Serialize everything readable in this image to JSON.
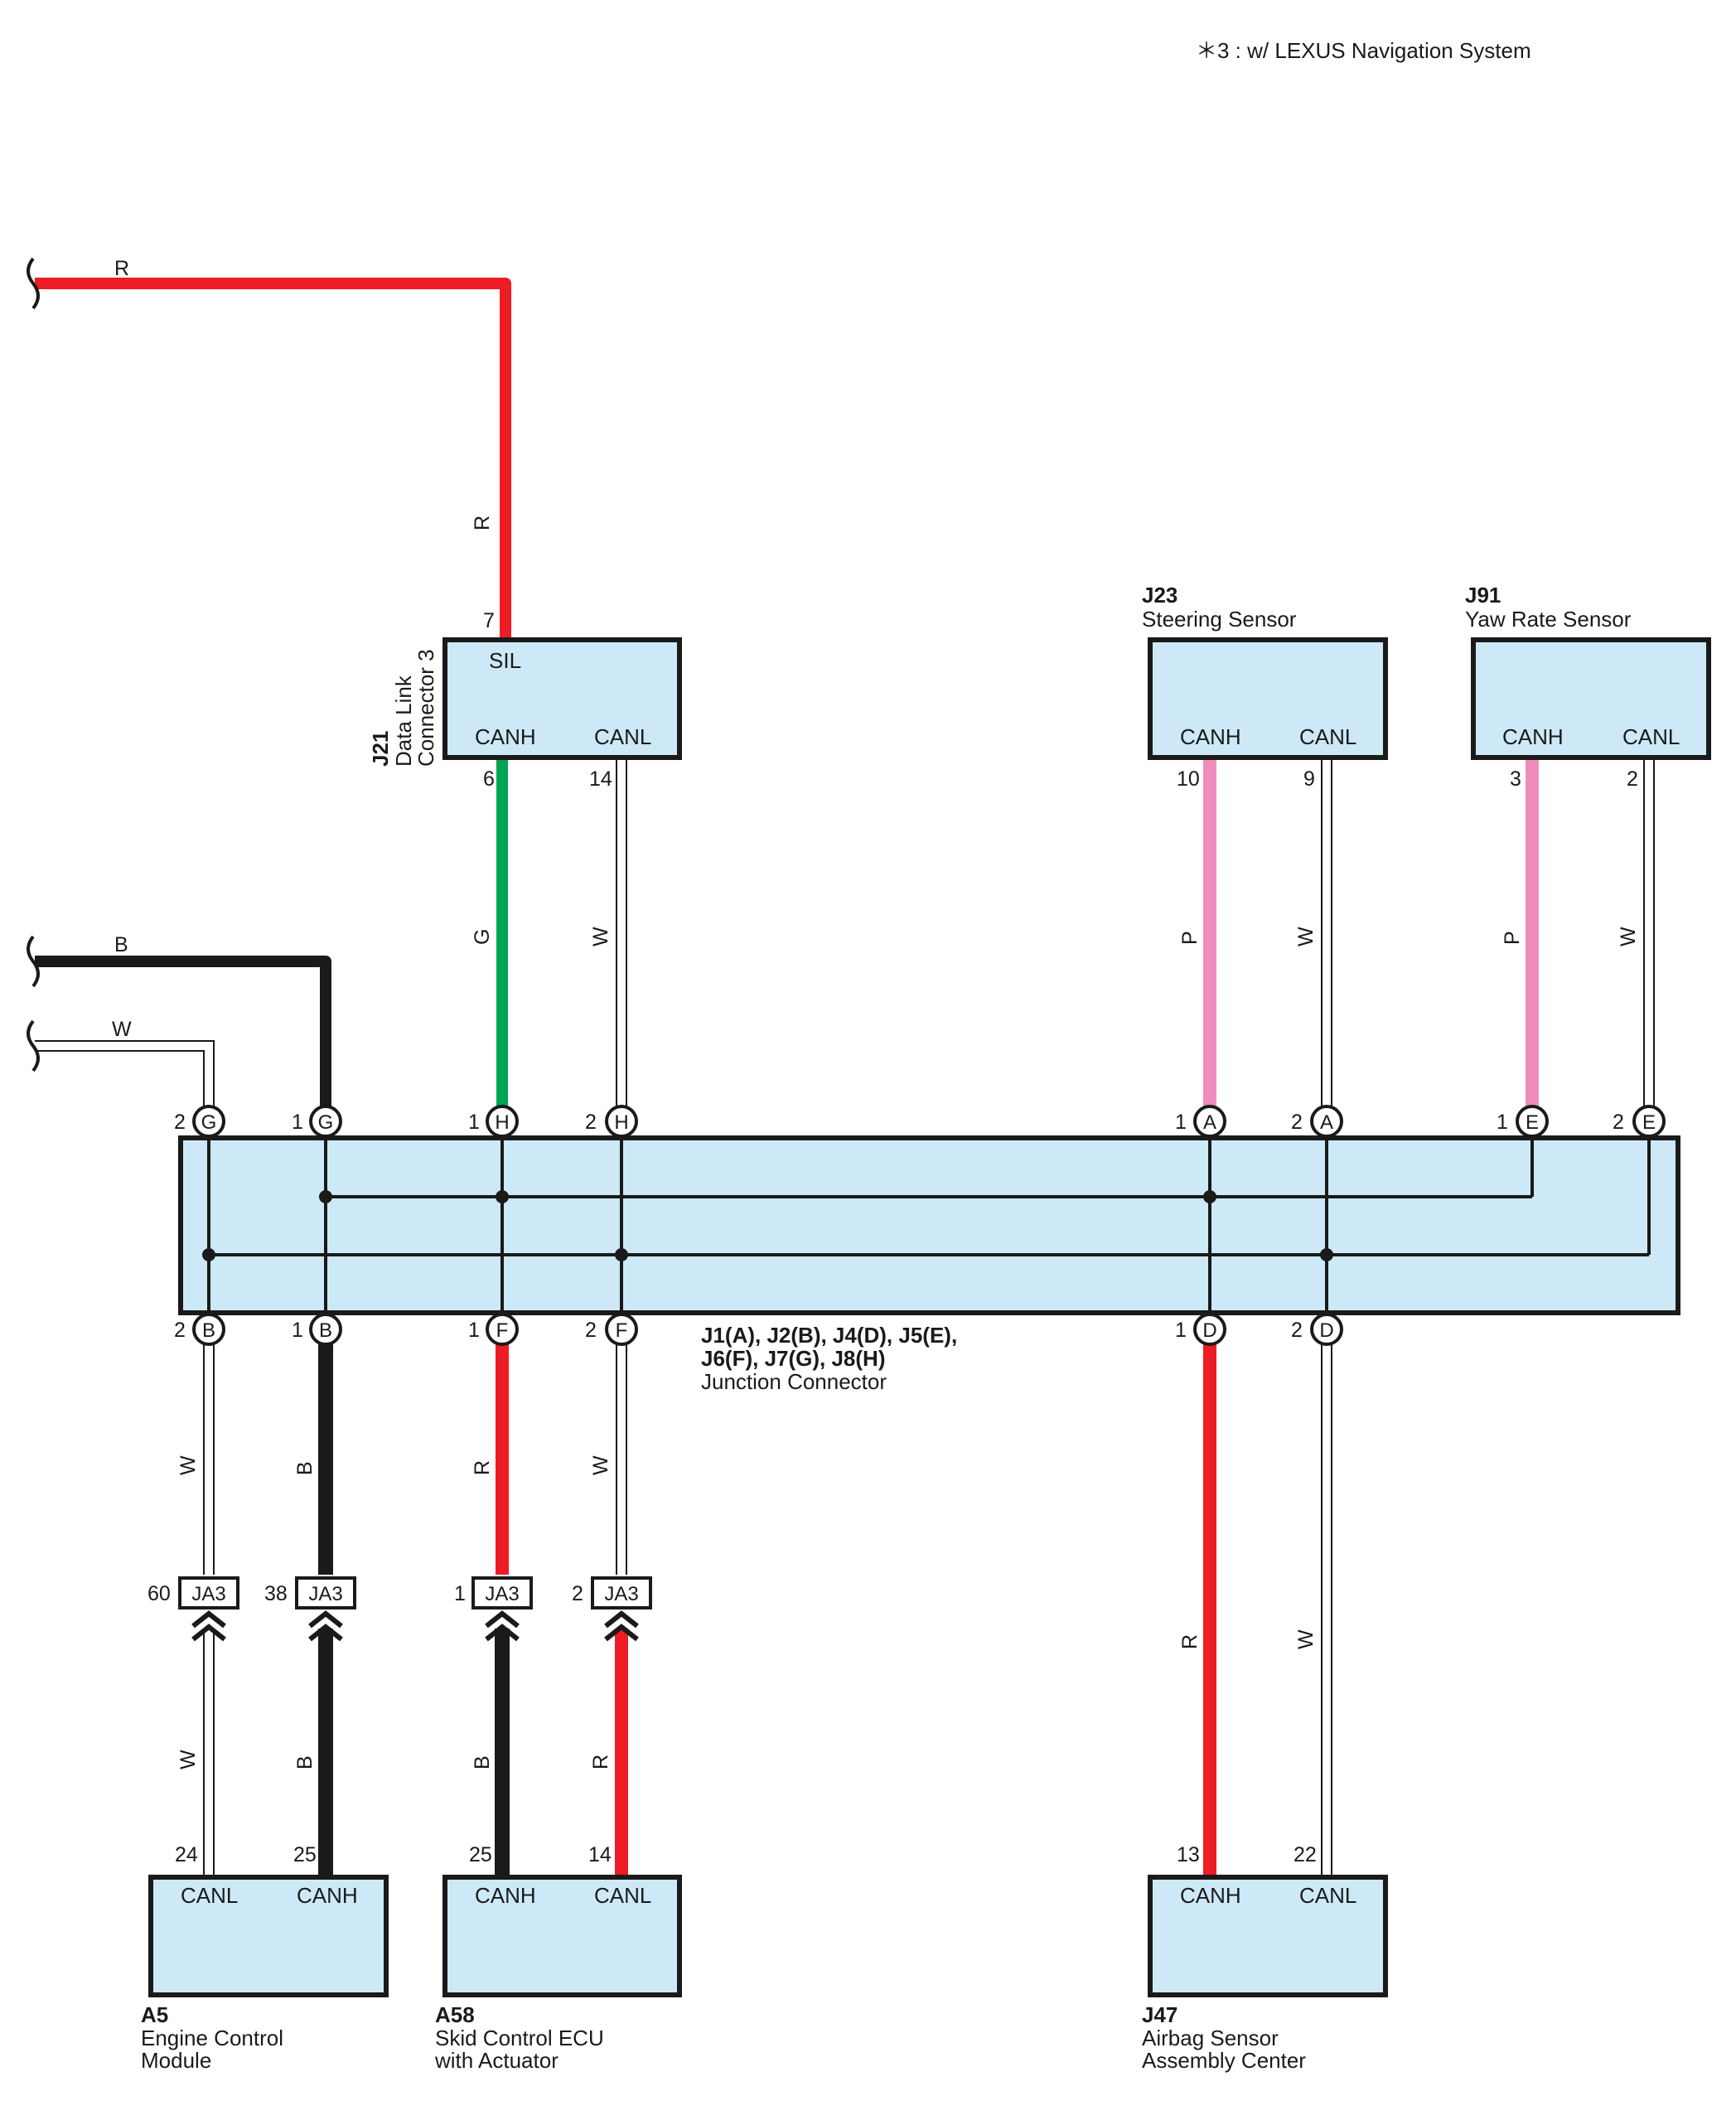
{
  "note": "＊3 : w/ LEXUS Navigation System",
  "components": {
    "j21": {
      "code": "J21",
      "name_line1": "Data Link",
      "name_line2": "Connector 3",
      "pin_sil": "SIL",
      "pin_canh": "CANH",
      "pin_canl": "CANL"
    },
    "j23": {
      "code": "J23",
      "name": "Steering Sensor",
      "pin_canh": "CANH",
      "pin_canl": "CANL"
    },
    "j91": {
      "code": "J91",
      "name": "Yaw Rate Sensor",
      "pin_canh": "CANH",
      "pin_canl": "CANL"
    },
    "junction": {
      "line1": "J1(A), J2(B), J4(D), J5(E),",
      "line2": "J6(F), J7(G), J8(H)",
      "name": "Junction Connector"
    },
    "a5": {
      "code": "A5",
      "name_line1": "Engine Control",
      "name_line2": "Module",
      "pin_canl": "CANL",
      "pin_canh": "CANH"
    },
    "a58": {
      "code": "A58",
      "name_line1": "Skid Control ECU",
      "name_line2": "with Actuator",
      "pin_canh": "CANH",
      "pin_canl": "CANL"
    },
    "j47": {
      "code": "J47",
      "name_line1": "Airbag Sensor",
      "name_line2": "Assembly Center",
      "pin_canh": "CANH",
      "pin_canl": "CANL"
    }
  },
  "pins": {
    "j21_sil": "7",
    "j21_canh": "6",
    "j21_canl": "14",
    "j23_canh": "10",
    "j23_canl": "9",
    "j91_canh": "3",
    "j91_canl": "2",
    "g2": "2",
    "g1": "1",
    "h1": "1",
    "h2": "2",
    "a1": "1",
    "a2": "2",
    "e1": "1",
    "e2": "2",
    "b2": "2",
    "b1": "1",
    "f1": "1",
    "f2": "2",
    "d1": "1",
    "d2": "2",
    "ja3_60": "60",
    "ja3_38": "38",
    "ja3_1": "1",
    "ja3_2": "2",
    "a5_canl": "24",
    "a5_canh": "25",
    "a58_canh": "25",
    "a58_canl": "14",
    "j47_canh": "13",
    "j47_canl": "22"
  },
  "junction_letters": {
    "g": "G",
    "h": "H",
    "a": "A",
    "e": "E",
    "b": "B",
    "f": "F",
    "d": "D"
  },
  "junction_block": "JA3",
  "wire_colors": {
    "R": "R",
    "B": "B",
    "W": "W",
    "G": "G",
    "P": "P"
  },
  "colors": {
    "red": "#ee1c25",
    "black": "#1a1a1a",
    "green": "#00a551",
    "pink": "#f08cbc",
    "white_wire": "#ffffff",
    "box_fill": "#cde9f7"
  }
}
